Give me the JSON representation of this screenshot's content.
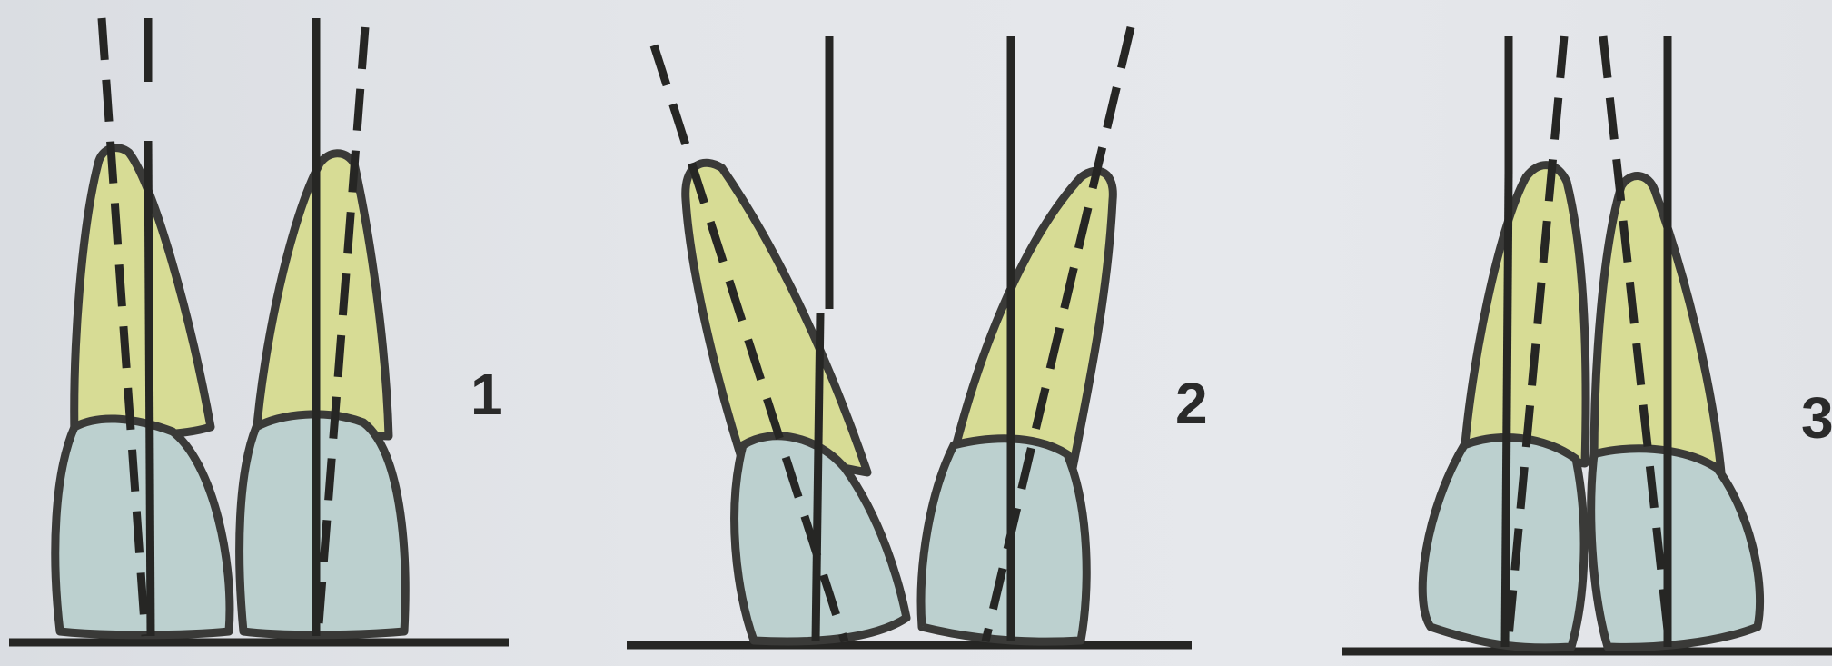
{
  "figures": [
    {
      "id": "fig-1",
      "label": "1"
    },
    {
      "id": "fig-2",
      "label": "2"
    },
    {
      "id": "fig-3",
      "label": "3"
    }
  ],
  "colors": {
    "root": "#d7dc95",
    "crown": "#bcd0cf",
    "outline": "#3a3a38",
    "background": "#e3e5e9"
  }
}
